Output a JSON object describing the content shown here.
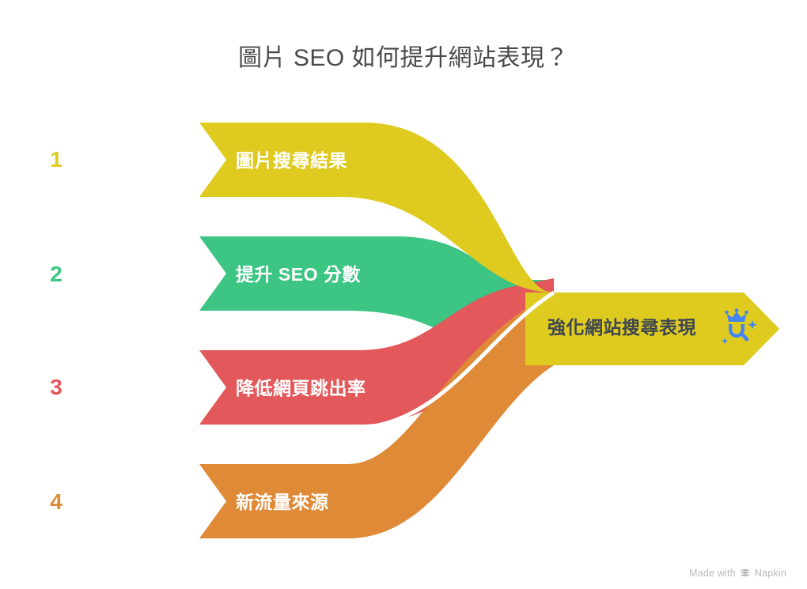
{
  "title": "圖片 SEO 如何提升網站表現？",
  "diagram": {
    "type": "convergence-flow",
    "steps": [
      {
        "number": "1",
        "label": "圖片搜尋結果",
        "color": "#dfcb20"
      },
      {
        "number": "2",
        "label": "提升 SEO 分數",
        "color": "#3cc583"
      },
      {
        "number": "3",
        "label": "降低網頁跳出率",
        "color": "#e2585b"
      },
      {
        "number": "4",
        "label": "新流量來源",
        "color": "#df8a36"
      }
    ],
    "result": {
      "label": "強化網站搜尋表現",
      "color": "#dfcb20",
      "text_color": "#3e4651",
      "icon": "crown-magnifier-sparkle-icon",
      "icon_color": "#4285f4"
    },
    "background": "#ffffff",
    "title_color": "#4a4a4a"
  },
  "footer": {
    "made_with": "Made with",
    "brand": "Napkin",
    "logo": "napkin-chevrons-icon"
  }
}
